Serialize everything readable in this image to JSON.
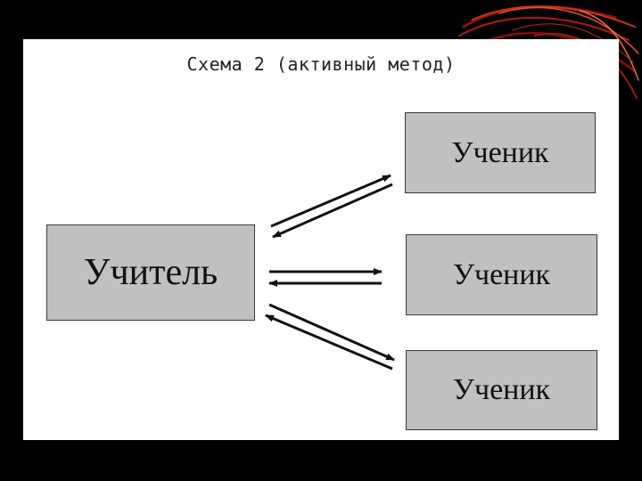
{
  "title": "Схема 2 (активный метод)",
  "teacher": {
    "label": "Учитель"
  },
  "students": [
    {
      "label": "Ученик"
    },
    {
      "label": "Ученик"
    },
    {
      "label": "Ученик"
    }
  ],
  "colors": {
    "background": "#000000",
    "slide": "#ffffff",
    "box_fill": "#c0c0c0",
    "box_border": "#3a3a3a",
    "arrow": "#111111",
    "decor_flame": "#c02010"
  }
}
